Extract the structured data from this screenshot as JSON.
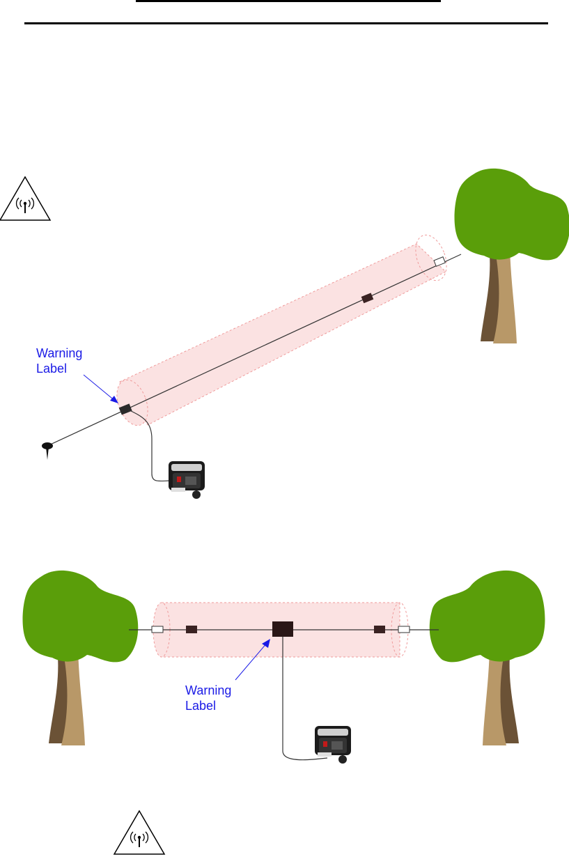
{
  "header": {
    "rules": 2
  },
  "diagram_top": {
    "warning_label": {
      "line1": "Warning",
      "line2": "Label"
    }
  },
  "diagram_bottom": {
    "warning_label": {
      "line1": "Warning",
      "line2": "Label"
    }
  },
  "icons": [
    "rf-hazard-icon",
    "tree-icon",
    "transceiver-case-icon",
    "ground-stake-icon"
  ],
  "colors": {
    "tree_foliage": "#5a9e0a",
    "tree_trunk": "#b89868",
    "tree_trunk_dark": "#6b5236",
    "exclusion_zone_fill": "#fbe2e2",
    "exclusion_zone_stroke": "#ef9a9a",
    "label_blue": "#1a1ae6"
  }
}
